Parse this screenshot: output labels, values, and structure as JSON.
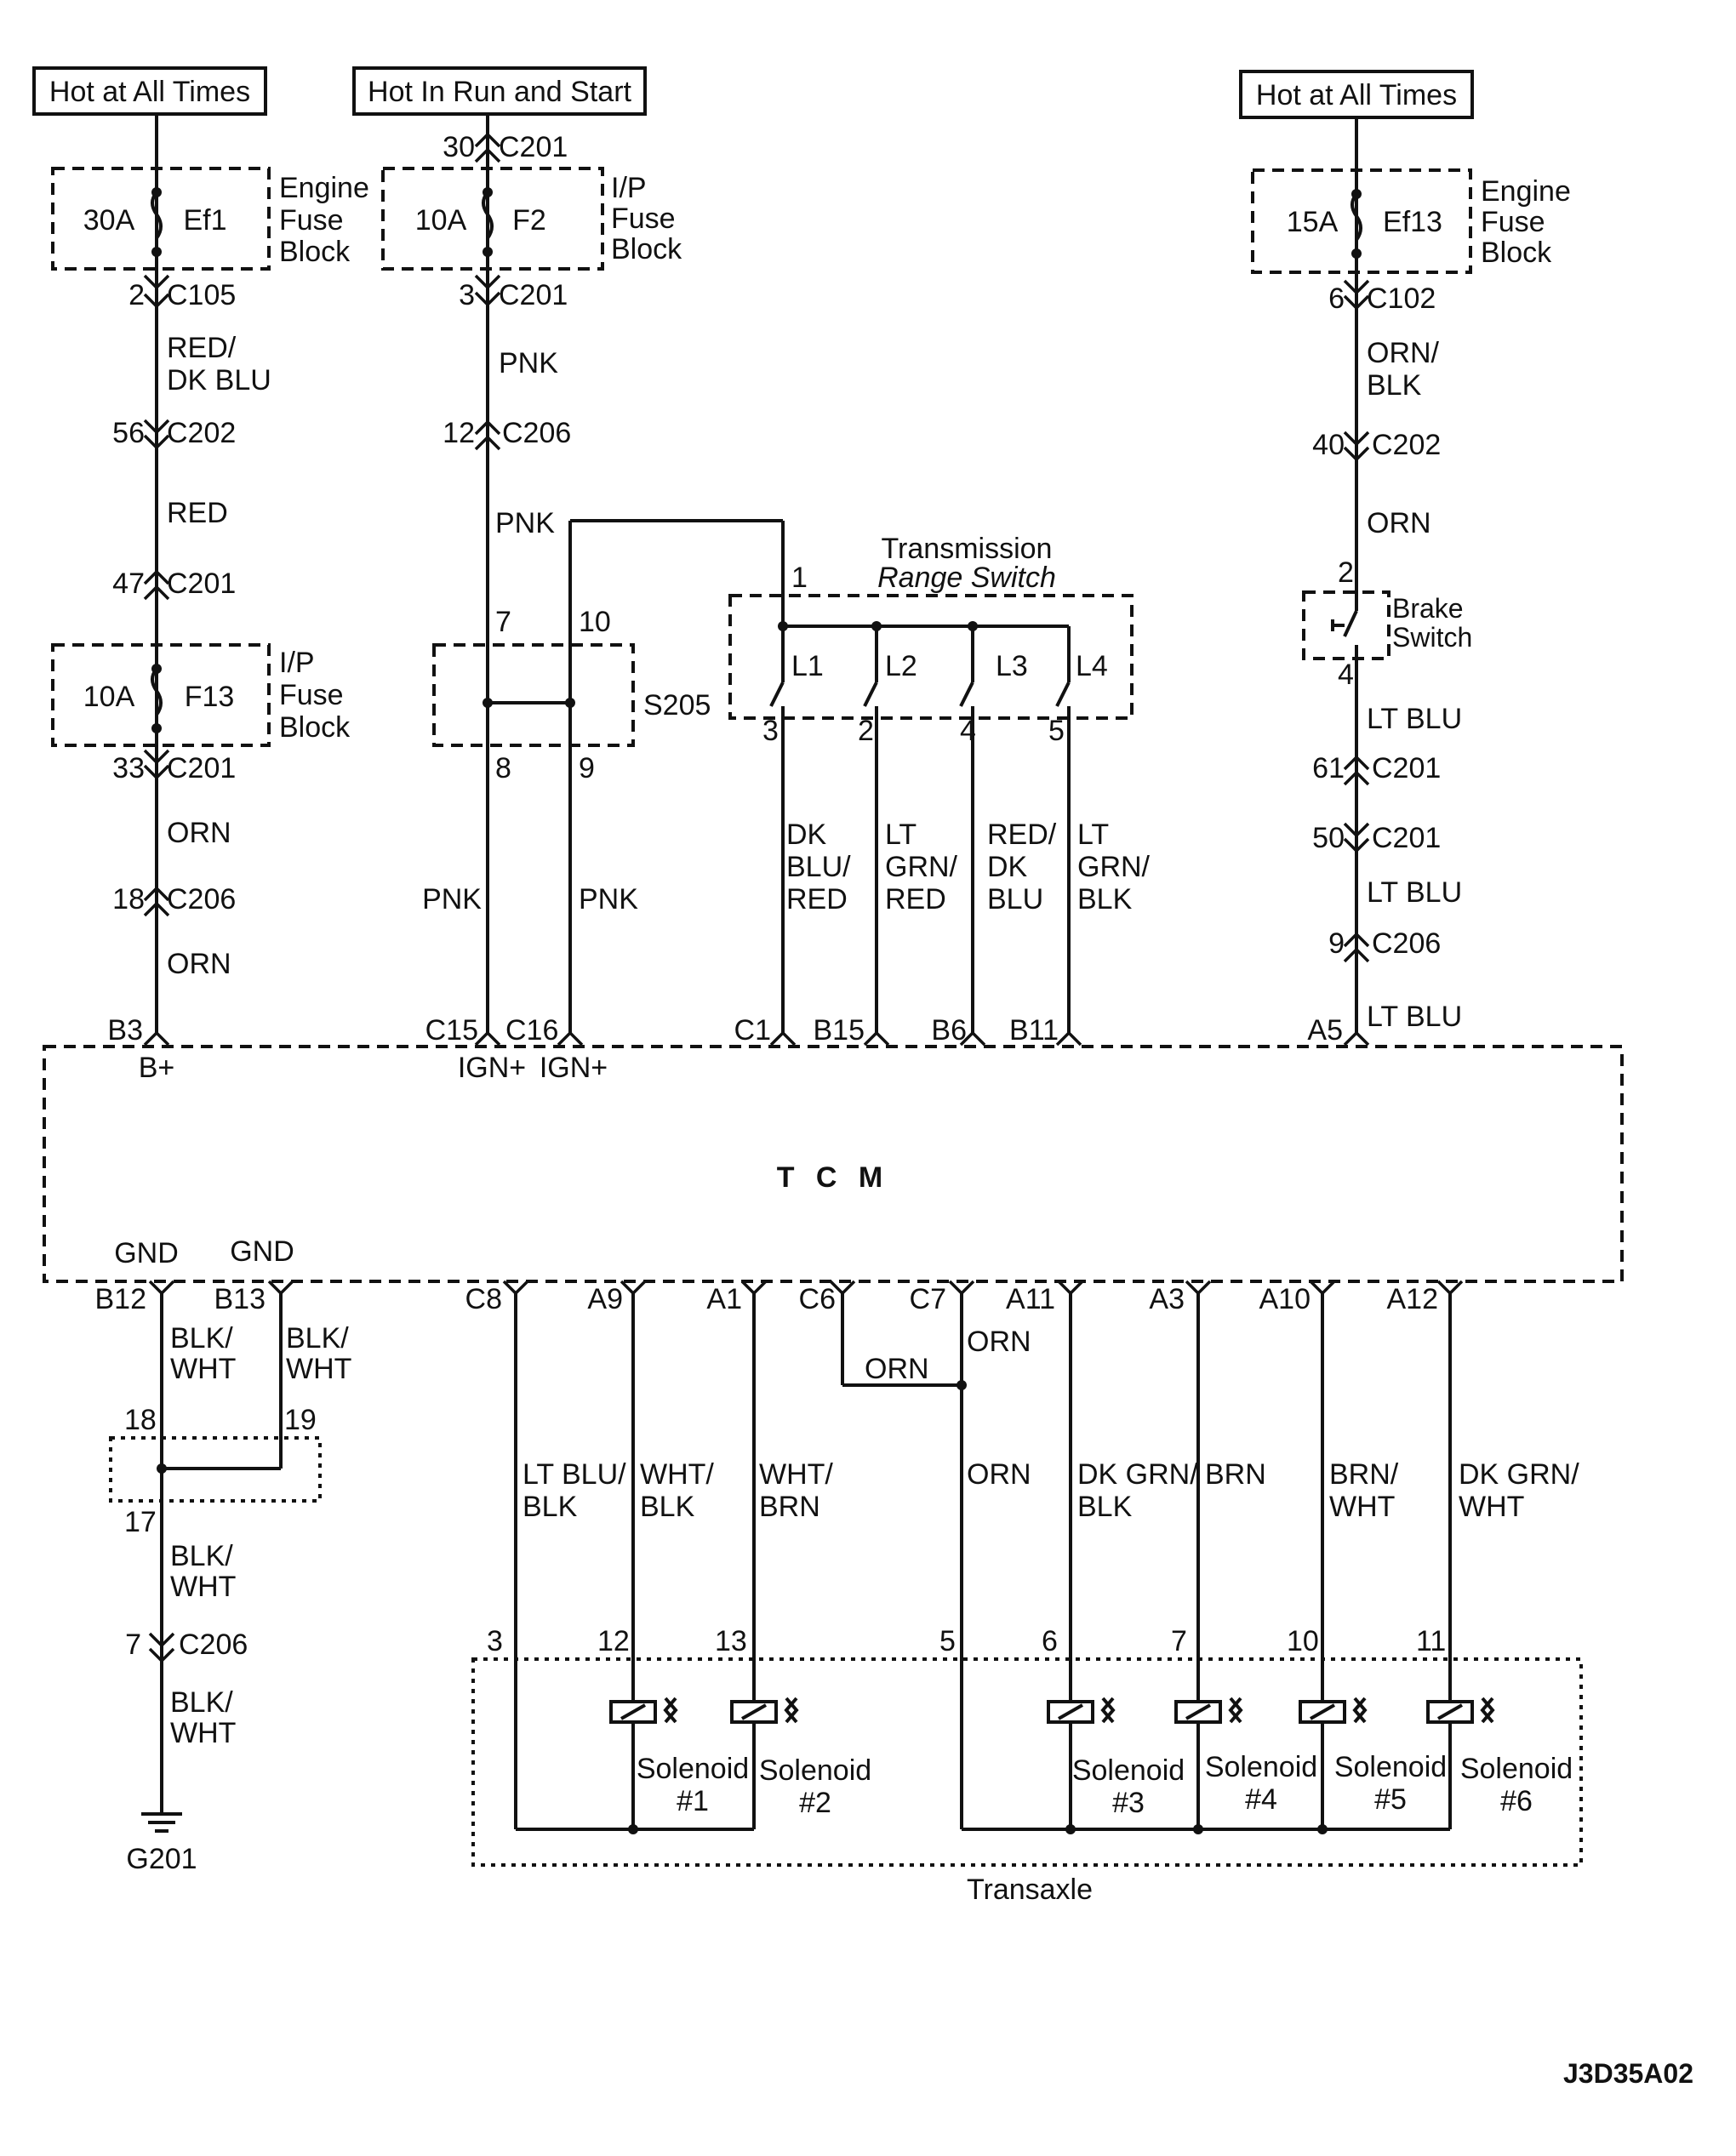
{
  "sources": {
    "hot_all_times_left": "Hot at All Times",
    "hot_run_start": "Hot In Run and Start",
    "hot_all_times_right": "Hot at All Times"
  },
  "fuses": {
    "ef1": {
      "rating": "30A",
      "name": "Ef1",
      "block": [
        "Engine",
        "Fuse",
        "Block"
      ]
    },
    "f2": {
      "rating": "10A",
      "name": "F2",
      "block": [
        "I/P",
        "Fuse",
        "Block"
      ]
    },
    "ef13": {
      "rating": "15A",
      "name": "Ef13",
      "block": [
        "Engine",
        "Fuse",
        "Block"
      ]
    },
    "f13": {
      "rating": "10A",
      "name": "F13",
      "block": [
        "I/P",
        "Fuse",
        "Block"
      ]
    }
  },
  "connectors": {
    "c1_pin": "2",
    "c1": "C105",
    "c2_pin": "56",
    "c2": "C202",
    "c3_pin": "47",
    "c3": "C201",
    "c4_pin": "33",
    "c4": "C201",
    "c5_pin": "18",
    "c5": "C206",
    "c6_pin": "30",
    "c6": "C201",
    "c7_pin": "3",
    "c7": "C201",
    "c8_pin": "12",
    "c8": "C206",
    "c9_pin": "6",
    "c9": "C102",
    "c10_pin": "40",
    "c10": "C202",
    "c11_pin": "61",
    "c11": "C201",
    "c12_pin": "50",
    "c12": "C201",
    "c13_pin": "9",
    "c13": "C206",
    "c14_pin": "7",
    "c14": "C206"
  },
  "wires": {
    "red_dkblu": [
      "RED/",
      "DK BLU"
    ],
    "red": "RED",
    "orn1": "ORN",
    "orn2": "ORN",
    "pnk1": "PNK",
    "pnk2": "PNK",
    "pnk3": "PNK",
    "pnk4": "PNK",
    "orn_blk": [
      "ORN/",
      "BLK"
    ],
    "orn3": "ORN",
    "ltblu1": "LT BLU",
    "ltblu2": "LT BLU",
    "ltblu3": "LT BLU",
    "dkblu_red": [
      "DK",
      "BLU/",
      "RED"
    ],
    "ltgrn_red": [
      "LT",
      "GRN/",
      "RED"
    ],
    "red_dk_blu": [
      "RED/",
      "DK",
      "BLU"
    ],
    "ltgrn_blk": [
      "LT",
      "GRN/",
      "BLK"
    ],
    "blk_wht1": [
      "BLK/",
      "WHT"
    ],
    "blk_wht2": [
      "BLK/",
      "WHT"
    ],
    "blk_wht3": [
      "BLK/",
      "WHT"
    ],
    "blk_wht4": [
      "BLK/",
      "WHT"
    ],
    "ltblu_blk": [
      "LT BLU/",
      "BLK"
    ],
    "wht_blk": [
      "WHT/",
      "BLK"
    ],
    "wht_brn": [
      "WHT/",
      "BRN"
    ],
    "orn_c6": "ORN",
    "orn_c7": "ORN",
    "orn_c7b": "ORN",
    "dkgrn_blk": [
      "DK GRN/",
      "BLK"
    ],
    "brn": "BRN",
    "brn_wht": [
      "BRN/",
      "WHT"
    ],
    "dkgrn_wht": [
      "DK GRN/",
      "WHT"
    ]
  },
  "splice": {
    "name": "S205",
    "pins": [
      "7",
      "10",
      "8",
      "9"
    ]
  },
  "ground_splice_pins": [
    "18",
    "19",
    "17"
  ],
  "range_switch": {
    "title": [
      "Transmission",
      "Range Switch"
    ],
    "input_pin": "1",
    "contacts": [
      "L1",
      "L2",
      "L3",
      "L4"
    ],
    "pins": [
      "3",
      "2",
      "4",
      "5"
    ]
  },
  "brake_switch": {
    "label": [
      "Brake",
      "Switch"
    ],
    "pin_top": "2",
    "pin_bottom": "4"
  },
  "tcm": {
    "name": "T  C  M",
    "top_pins": [
      "B3",
      "C15",
      "C16",
      "C1",
      "B15",
      "B6",
      "B11",
      "A5"
    ],
    "top_functions": [
      "B+",
      "IGN+",
      "IGN+"
    ],
    "bottom_functions": [
      "GND",
      "GND"
    ],
    "bottom_pins": [
      "B12",
      "B13",
      "C8",
      "A9",
      "A1",
      "C6",
      "C7",
      "A11",
      "A3",
      "A10",
      "A12"
    ]
  },
  "ground": {
    "name": "G201"
  },
  "transaxle": {
    "name": "Transaxle",
    "pins": [
      "3",
      "12",
      "13",
      "5",
      "6",
      "7",
      "10",
      "11"
    ],
    "solenoids": [
      {
        "name": "Solenoid",
        "num": "#1"
      },
      {
        "name": "Solenoid",
        "num": "#2"
      },
      {
        "name": "Solenoid",
        "num": "#3"
      },
      {
        "name": "Solenoid",
        "num": "#4"
      },
      {
        "name": "Solenoid",
        "num": "#5"
      },
      {
        "name": "Solenoid",
        "num": "#6"
      }
    ]
  },
  "figure_id": "J3D35A02"
}
